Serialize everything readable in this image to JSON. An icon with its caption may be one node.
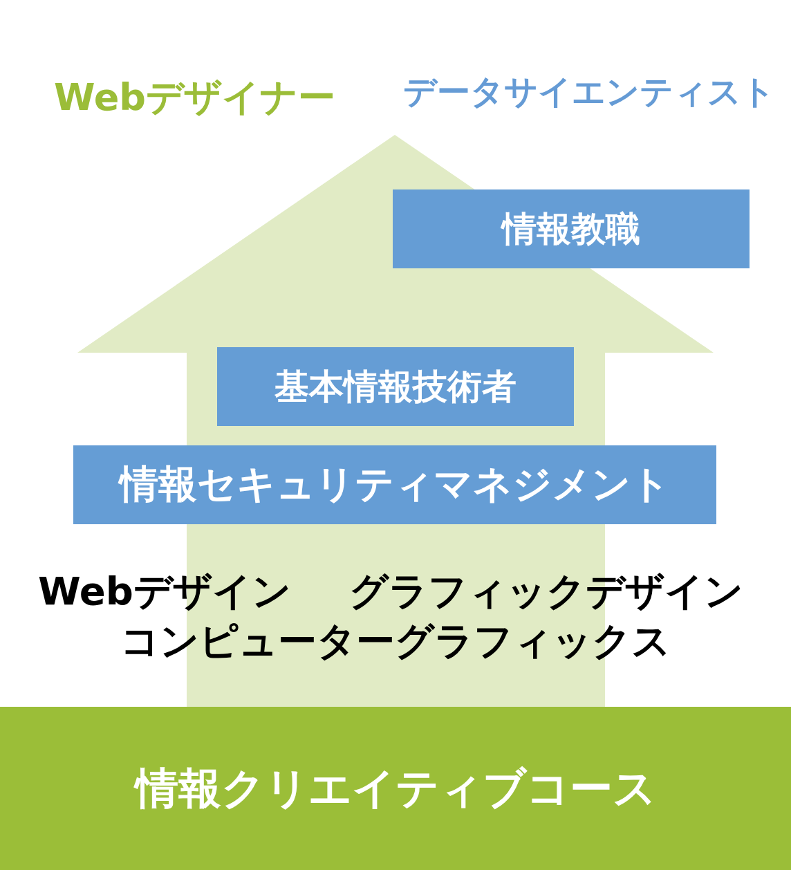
{
  "diagram": {
    "nodes": [
      {
        "text": [
          "情報教職"
        ]
      },
      {
        "text": [
          "基本情報技術者"
        ]
      },
      {
        "text": [
          "情報セキュリティマネジメント"
        ]
      },
      {
        "text": [
          "情報クリエイティブコース"
        ]
      }
    ],
    "labels": [
      "Webデザイナー",
      "データサイエンティスト",
      "Webデザイン",
      "グラフィックデザイン",
      "コンピューターグラフィックス"
    ]
  }
}
